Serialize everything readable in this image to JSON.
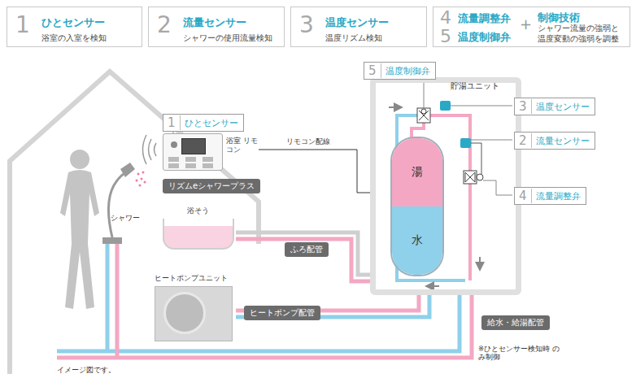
{
  "diagram": {
    "nodes": [
      {
        "text": [
          "1",
          "ひとセンサー",
          "浴室の入室を検知"
        ]
      },
      {
        "text": [
          "2",
          "流量センサー",
          "シャワーの使用流量検知"
        ]
      },
      {
        "text": [
          "3",
          "温度センサー",
          "温度リズム検知"
        ]
      },
      {
        "text": [
          "4",
          "流量調整弁",
          "5",
          "温度制御弁",
          "+",
          "制御技術",
          "シャワー流量の強弱と 温度変動の強弱を調整"
        ]
      },
      {
        "text": [
          "貯湯ユニット"
        ]
      },
      {
        "text": [
          "湯",
          "水"
        ],
        "in": 4
      },
      {
        "text": [
          "5",
          "温度制御弁"
        ]
      },
      {
        "text": [
          "3",
          "温度センサー"
        ]
      },
      {
        "text": [
          "2",
          "流量センサー"
        ]
      },
      {
        "text": [
          "4",
          "流量調整弁"
        ]
      },
      {
        "text": [
          "1",
          "ひとセンサー"
        ]
      },
      {
        "text": [
          "浴室 リモコン"
        ]
      },
      {
        "text": [
          "リズムeシャワープラス"
        ]
      },
      {
        "text": [
          "浴そう"
        ]
      },
      {
        "text": [
          "ヒートポンプユニット"
        ]
      },
      {
        "text": [
          "ふろ配管"
        ]
      },
      {
        "text": [
          "ヒートポンプ配管"
        ]
      },
      {
        "text": [
          "給水・給湯配管"
        ]
      }
    ],
    "edges": [
      {
        "from": 11,
        "to": 4,
        "label": "リモコン配線",
        "arrow": "none"
      }
    ],
    "labels": [
      "シャワー",
      "※ひとセンサー検知時 のみ制御",
      "イメージ図です。"
    ]
  }
}
